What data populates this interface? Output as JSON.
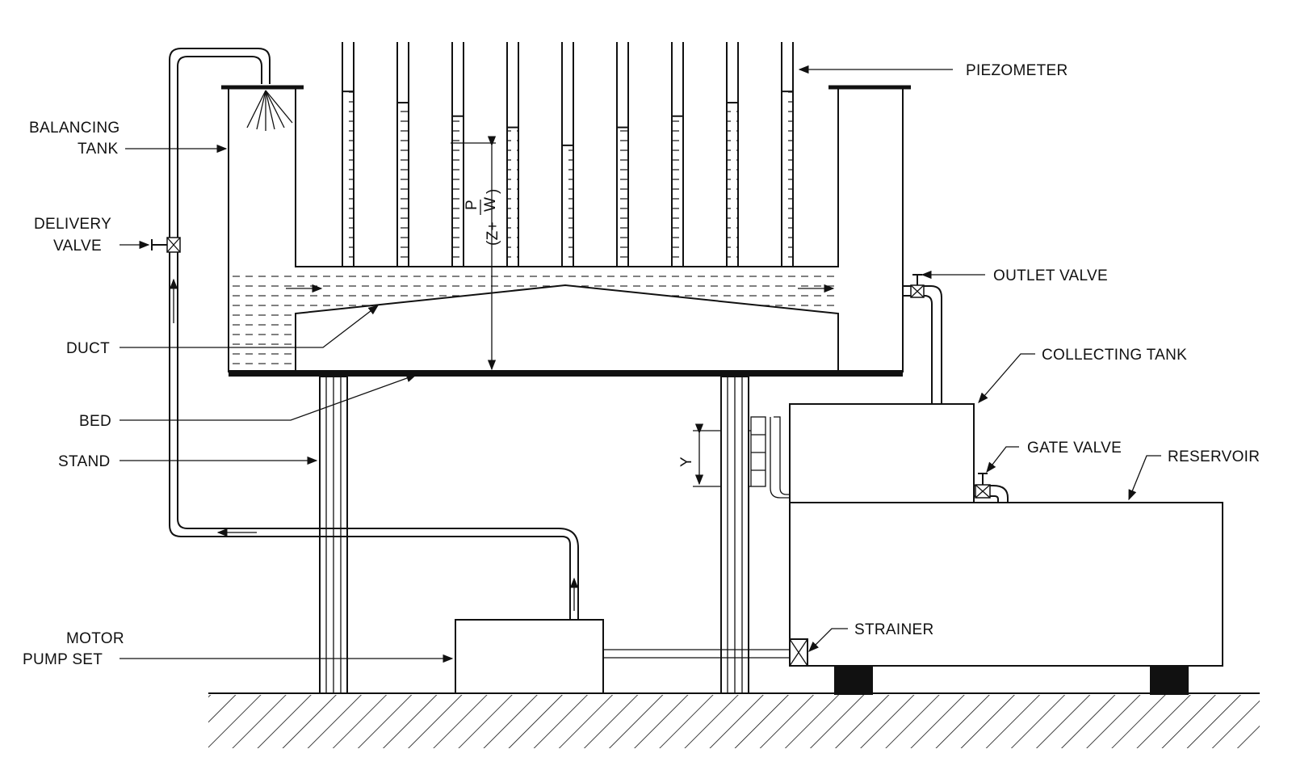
{
  "labels": {
    "piezometer": "PIEZOMETER",
    "balancing_tank_1": "BALANCING",
    "balancing_tank_2": "TANK",
    "delivery_valve_1": "DELIVERY",
    "delivery_valve_2": "VALVE",
    "duct": "DUCT",
    "bed": "BED",
    "stand": "STAND",
    "motor_pump_set_1": "MOTOR",
    "motor_pump_set_2": "PUMP SET",
    "outlet_valve": "OUTLET VALVE",
    "collecting_tank": "COLLECTING TANK",
    "gate_valve": "GATE VALVE",
    "reservoir": "RESERVOIR",
    "strainer": "STRAINER",
    "y_dim": "Y",
    "head_expr_z": "(Z+",
    "head_expr_p": "P",
    "head_expr_w": "W",
    "head_expr_close": ")"
  },
  "colors": {
    "ink": "#111111",
    "paper": "#ffffff"
  },
  "piezometer_water_levels": [
    0.22,
    0.27,
    0.33,
    0.38,
    0.46,
    0.38,
    0.33,
    0.27,
    0.22
  ]
}
